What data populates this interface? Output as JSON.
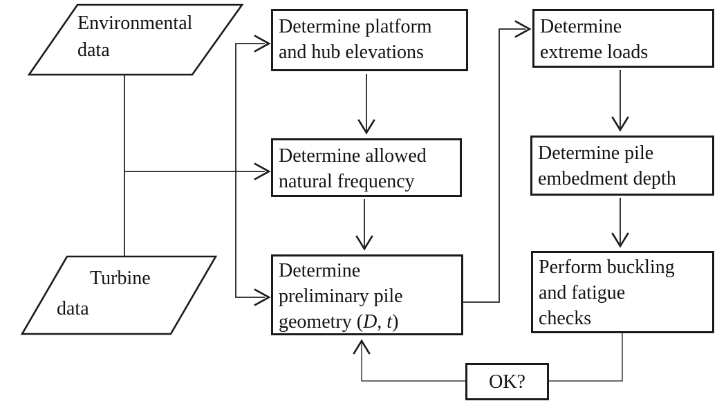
{
  "figure": {
    "type": "flowchart",
    "background_color": "#ffffff",
    "ink_color": "#1b1b1b"
  },
  "inputs": {
    "environmental": {
      "line1": "Environmental",
      "line2": "data"
    },
    "turbine": {
      "line1": "Turbine",
      "line2": "data"
    }
  },
  "process": {
    "platform": {
      "line1": "Determine platform",
      "line2": "and hub elevations"
    },
    "frequency": {
      "line1": "Determine allowed",
      "line2": "natural frequency"
    },
    "geometry": {
      "line1": "Determine",
      "line2": "preliminary pile",
      "line3_prefix": "geometry (",
      "line3_d": "D",
      "line3_sep": ", ",
      "line3_t": "t",
      "line3_suffix": ")"
    },
    "extreme": {
      "line1": "Determine",
      "line2": "extreme loads"
    },
    "embedment": {
      "line1": "Determine pile",
      "line2": "embedment depth"
    },
    "checks": {
      "line1": "Perform buckling",
      "line2": "and fatigue",
      "line3": "checks"
    }
  },
  "decision": {
    "label": "OK?"
  }
}
